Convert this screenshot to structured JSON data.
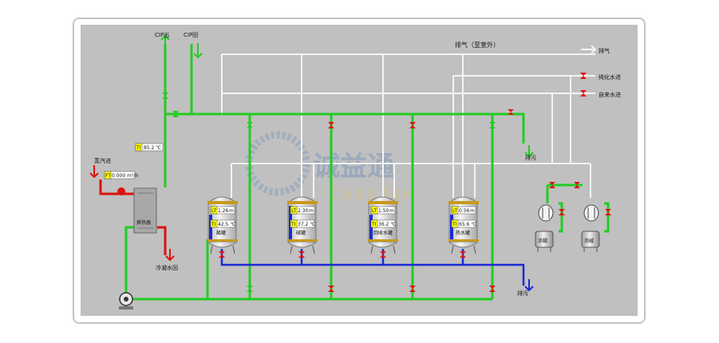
{
  "labels": {
    "cip_out": "CIP出",
    "cip_return": "CIP回",
    "vent_title": "排气（至室外）",
    "vent": "排气",
    "pure_water_in": "纯化水进",
    "tap_water_in": "自来水进",
    "drain_mid": "排污",
    "steam_in": "蒸汽进",
    "cond_return": "冷凝水回",
    "heat_exchanger": "换热器",
    "drain_bottom": "排污"
  },
  "instruments": {
    "ti_main": {
      "tag": "TI",
      "value": "85.2 ℃"
    },
    "fi_steam": {
      "tag": "FT",
      "value": "0.000 m³/h"
    }
  },
  "tanks": [
    {
      "name": "酸罐",
      "level_tag": "LT",
      "level": "1.26",
      "level_unit": "m",
      "temp_tag": "TI",
      "temp": "42.5 ℃",
      "fill": 0.7
    },
    {
      "name": "碱罐",
      "level_tag": "LT",
      "level": "2.30",
      "level_unit": "m",
      "temp_tag": "TI",
      "temp": "37.2 ℃",
      "fill": 0.95
    },
    {
      "name": "回收水罐",
      "level_tag": "LT",
      "level": "1.50",
      "level_unit": "m",
      "temp_tag": "TI",
      "temp": "36.2 ℃",
      "fill": 0.7
    },
    {
      "name": "热水罐",
      "level_tag": "LT",
      "level": "0.56",
      "level_unit": "m",
      "temp_tag": "TI",
      "temp": "65.6 ℃",
      "fill": 0.7
    }
  ],
  "small_tanks": [
    {
      "name": "浓酸"
    },
    {
      "name": "浓碱"
    }
  ],
  "watermark": {
    "cn": "诚益通",
    "en": "CHEETAH"
  },
  "colors": {
    "panel": "#c0c0c0",
    "cip_pipe": "#22cc22",
    "drain_pipe": "#1a2ad4",
    "steam_pipe": "#dd1111",
    "gas_pipe": "#f2f2f2",
    "valve": "#dd1111",
    "tank_body": "#e2e2e2",
    "tank_rim": "#c89a1a",
    "indicator_bg": "#ffff00"
  }
}
